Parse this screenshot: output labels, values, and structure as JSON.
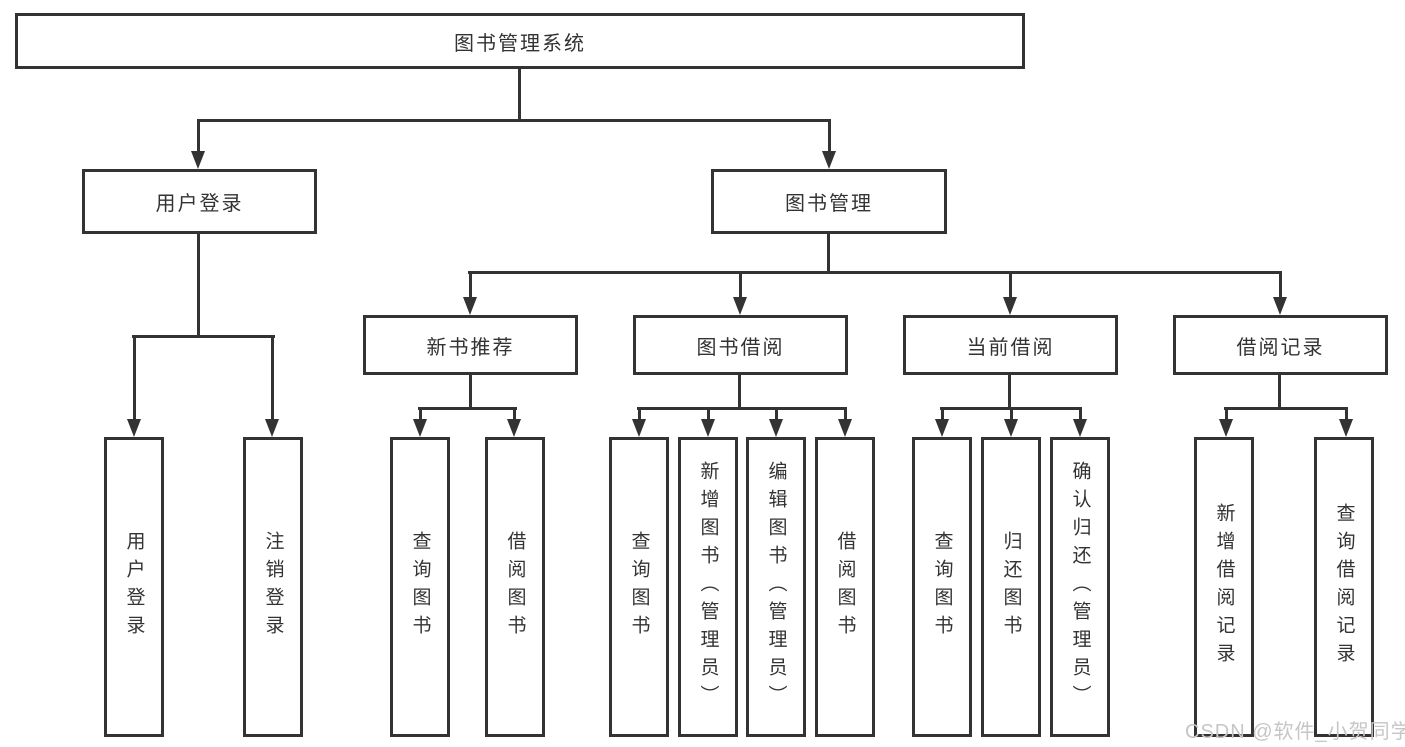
{
  "tree": {
    "root": {
      "label": "图书管理系统"
    },
    "children": [
      {
        "label": "用户登录",
        "children": [
          {
            "label": "用户登录"
          },
          {
            "label": "注销登录"
          }
        ]
      },
      {
        "label": "图书管理",
        "children": [
          {
            "label": "新书推荐",
            "children": [
              {
                "label": "查询图书"
              },
              {
                "label": "借阅图书"
              }
            ]
          },
          {
            "label": "图书借阅",
            "children": [
              {
                "label": "查询图书"
              },
              {
                "label": "新增图书（管理员）"
              },
              {
                "label": "编辑图书（管理员）"
              },
              {
                "label": "借阅图书"
              }
            ]
          },
          {
            "label": "当前借阅",
            "children": [
              {
                "label": "查询图书"
              },
              {
                "label": "归还图书"
              },
              {
                "label": "确认归还（管理员）"
              }
            ]
          },
          {
            "label": "借阅记录",
            "children": [
              {
                "label": "新增借阅记录"
              },
              {
                "label": "查询借阅记录"
              }
            ]
          }
        ]
      }
    ]
  },
  "watermark": {
    "text": "CSDN @软件_小贺同学"
  },
  "colors": {
    "line": "#333333",
    "box_border": "#333333",
    "box_bg": "#ffffff",
    "text": "#333333",
    "watermark": "#c6c6c6",
    "background": "#ffffff"
  }
}
